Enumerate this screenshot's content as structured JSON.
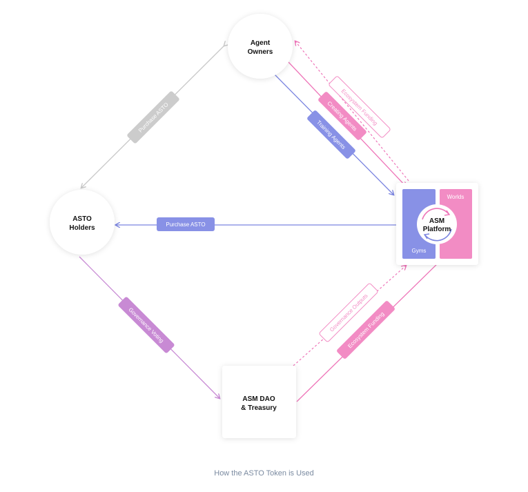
{
  "nodes": {
    "agent_owners": {
      "line1": "Agent",
      "line2": "Owners"
    },
    "asto_holders": {
      "line1": "ASTO",
      "line2": "Holders"
    },
    "asm_dao": {
      "line1": "ASM DAO",
      "line2": "& Treasury"
    },
    "asm_platform": {
      "line1": "ASM",
      "line2": "Platform",
      "gyms": "Gyms",
      "worlds": "Worlds"
    }
  },
  "flows": {
    "purchase_asto_diag": "Purchase ASTO",
    "purchase_asto_horiz": "Purchase ASTO",
    "ecosystem_funding_top": "Ecosystem Funding",
    "creating_agents": "Creating Agents",
    "training_agents": "Training Agents",
    "governance_voting": "Governance Voting",
    "governance_outputs": "Governance Outputs",
    "ecosystem_funding_bottom": "Ecosystem Funding"
  },
  "caption": "How the ASTO Token is Used",
  "colors": {
    "blue": "#8891e6",
    "pink": "#f28cc4",
    "purple": "#c88ad4",
    "gray": "#c8c8c8",
    "caption": "#7a8aa0"
  }
}
